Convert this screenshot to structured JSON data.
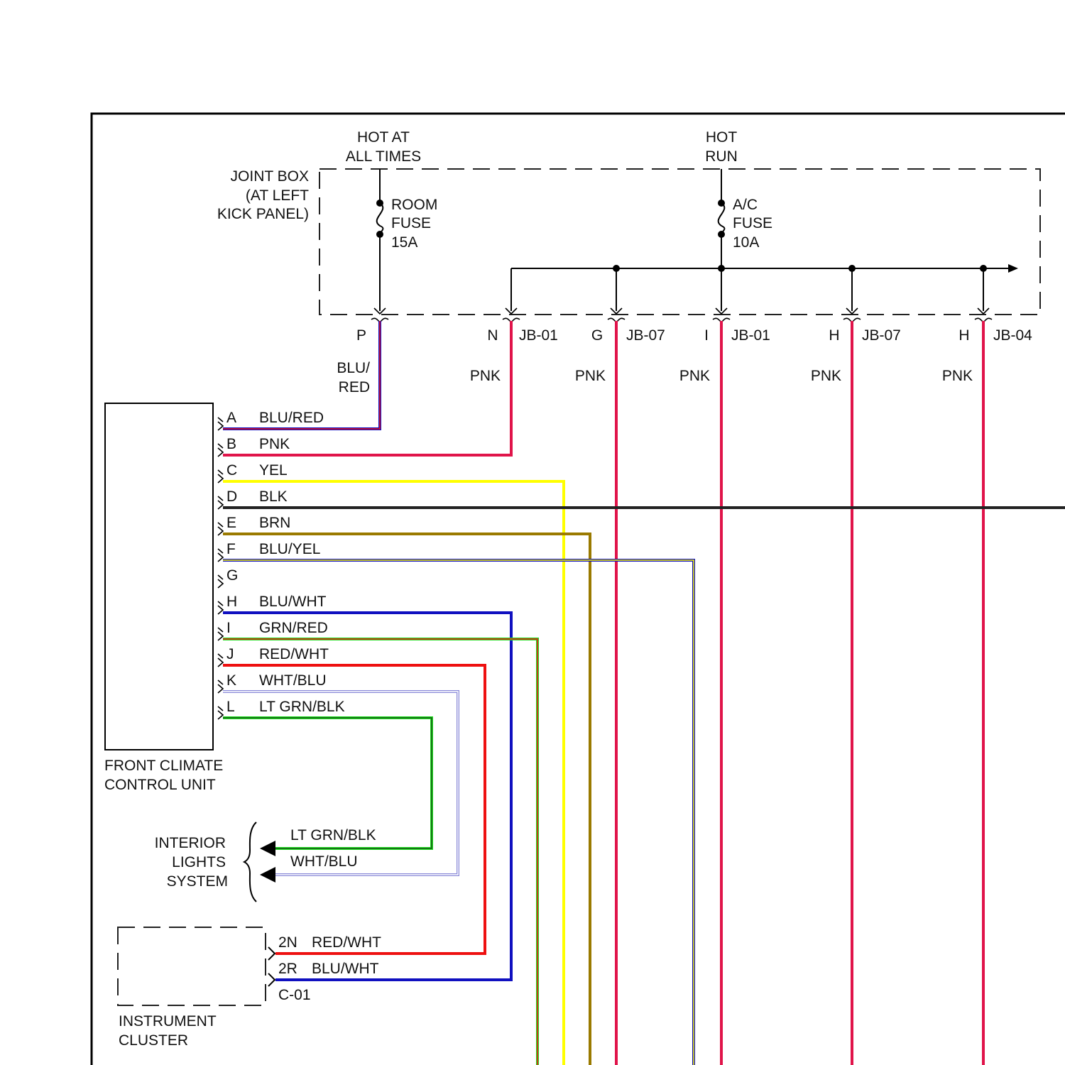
{
  "joint_box": {
    "label": [
      "JOINT BOX",
      "(AT LEFT",
      "KICK PANEL)"
    ],
    "hot_at_all_times": [
      "HOT AT",
      "ALL TIMES"
    ],
    "hot_run": [
      "HOT",
      "RUN"
    ],
    "room_fuse": [
      "ROOM",
      "FUSE",
      "15A"
    ],
    "ac_fuse": [
      "A/C",
      "FUSE",
      "10A"
    ],
    "terminals": [
      {
        "pin": "P",
        "connector": ""
      },
      {
        "pin": "N",
        "connector": "JB-01"
      },
      {
        "pin": "G",
        "connector": "JB-07"
      },
      {
        "pin": "I",
        "connector": "JB-01"
      },
      {
        "pin": "H",
        "connector": "JB-07"
      },
      {
        "pin": "H",
        "connector": "JB-04"
      }
    ],
    "wire_colors": [
      [
        "BLU/",
        "RED"
      ],
      [
        "PNK"
      ],
      [
        "PNK"
      ],
      [
        "PNK"
      ],
      [
        "PNK"
      ],
      [
        "PNK"
      ]
    ]
  },
  "climate_unit": {
    "label": [
      "FRONT CLIMATE",
      "CONTROL UNIT"
    ],
    "pins": [
      {
        "pin": "A",
        "wire": "BLU/RED"
      },
      {
        "pin": "B",
        "wire": "PNK"
      },
      {
        "pin": "C",
        "wire": "YEL"
      },
      {
        "pin": "D",
        "wire": "BLK"
      },
      {
        "pin": "E",
        "wire": "BRN"
      },
      {
        "pin": "F",
        "wire": "BLU/YEL"
      },
      {
        "pin": "G",
        "wire": ""
      },
      {
        "pin": "H",
        "wire": "BLU/WHT"
      },
      {
        "pin": "I",
        "wire": "GRN/RED"
      },
      {
        "pin": "J",
        "wire": "RED/WHT"
      },
      {
        "pin": "K",
        "wire": "WHT/BLU"
      },
      {
        "pin": "L",
        "wire": "LT GRN/BLK"
      }
    ]
  },
  "interior_lights": {
    "label": [
      "INTERIOR",
      "LIGHTS",
      "SYSTEM"
    ],
    "wires": [
      "LT GRN/BLK",
      "WHT/BLU"
    ]
  },
  "instrument_cluster": {
    "label": [
      "INSTRUMENT",
      "CLUSTER"
    ],
    "connector": "C-01",
    "pins": [
      {
        "pin": "2N",
        "wire": "RED/WHT"
      },
      {
        "pin": "2R",
        "wire": "BLU/WHT"
      }
    ]
  },
  "colors": {
    "pnk": "#e0144a",
    "blu": "#1010c0",
    "red": "#ee1010",
    "yel": "#ffff00",
    "brn": "#9a7a00",
    "blk": "#222222",
    "grn": "#22dd22",
    "white": "#ffffff"
  }
}
